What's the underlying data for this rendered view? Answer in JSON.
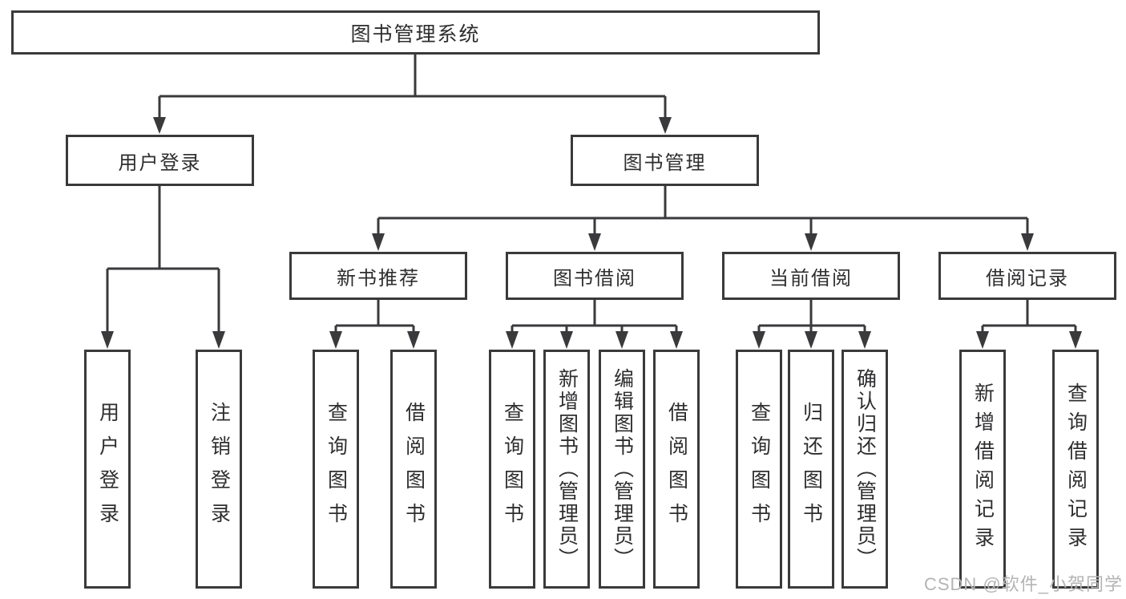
{
  "tree": {
    "root": {
      "label": "图书管理系统"
    },
    "children": [
      {
        "label": "用户登录",
        "children": [
          {
            "label": "用户登录"
          },
          {
            "label": "注销登录"
          }
        ]
      },
      {
        "label": "图书管理",
        "children": [
          {
            "label": "新书推荐",
            "children": [
              {
                "label": "查询图书"
              },
              {
                "label": "借阅图书"
              }
            ]
          },
          {
            "label": "图书借阅",
            "children": [
              {
                "label": "查询图书"
              },
              {
                "label": "新增图书（管理员）"
              },
              {
                "label": "编辑图书（管理员）"
              },
              {
                "label": "借阅图书"
              }
            ]
          },
          {
            "label": "当前借阅",
            "children": [
              {
                "label": "查询图书"
              },
              {
                "label": "归还图书"
              },
              {
                "label": "确认归还（管理员）"
              }
            ]
          },
          {
            "label": "借阅记录",
            "children": [
              {
                "label": "新增借阅记录"
              },
              {
                "label": "查询借阅记录"
              }
            ]
          }
        ]
      }
    ]
  },
  "watermark": "CSDN @软件_小贺同学",
  "colors": {
    "line": "#3a3a3c",
    "box_bg": "#ffffff",
    "text": "#2e2e30",
    "watermark": "#b4b4b4"
  }
}
